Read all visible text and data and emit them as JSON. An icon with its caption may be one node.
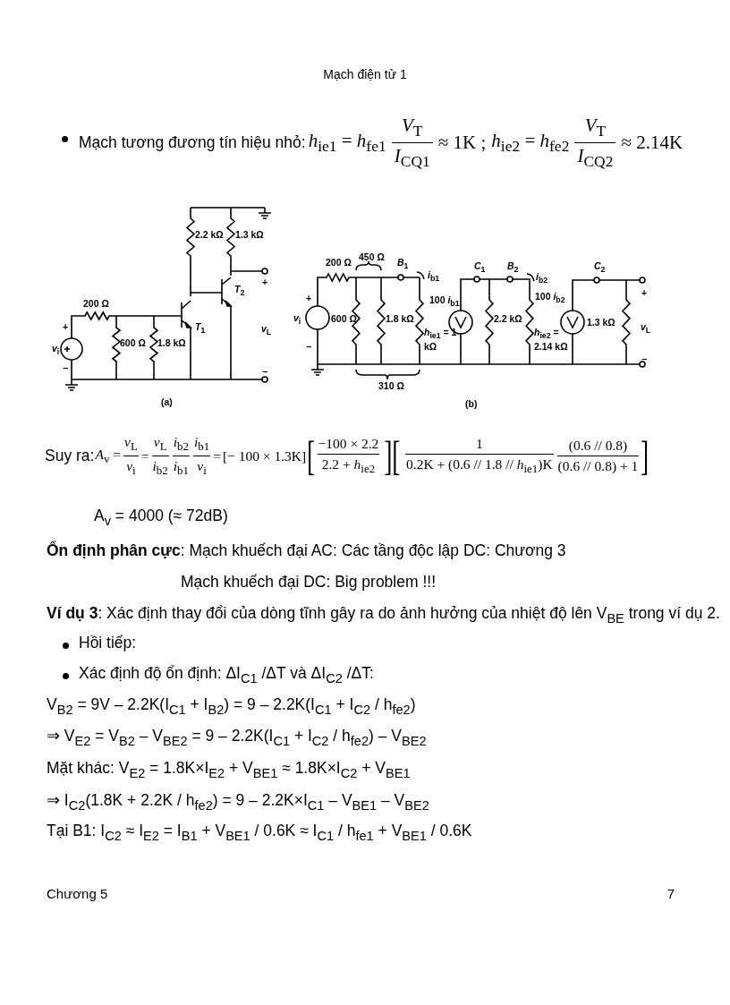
{
  "diagram": {
    "labels": [
      "Mạch điện tử 1",
      "Mạch tương đương tín hiệu nhỏ:",
      "*h*$_{ie1}$ = *h*$_{fe1}$",
      "*V*$_{T}$",
      "*I*$_{CQ1}$",
      "≈ 1K ;",
      "*h*$_{ie2}$ = *h*$_{fe2}$",
      "*V*$_{T}$",
      "*I*$_{CQ2}$",
      "≈ 2.14K",
      "2.2 kΩ",
      "1.3 kΩ",
      "200 Ω",
      "600 Ω",
      "1.8 kΩ",
      "*T*$_{1}$",
      "*T*$_{2}$",
      "*v*$_{i}$",
      "+",
      "−",
      "*v*$_{L}$",
      "+",
      "−",
      "(a)",
      "200 Ω",
      "450 Ω",
      "*B*$_{1}$",
      "*i*$_{b1}$",
      "*v*$_{i}$",
      "+",
      "−",
      "600 Ω",
      "1.8 kΩ",
      "*h*$_{ie1}$ = 1 kΩ",
      "100 *i*$_{b1}$",
      "*C*$_{1}$",
      "*B*$_{2}$",
      "*i*$_{b2}$",
      "2.2 kΩ",
      "*h*$_{ie2}$ = 2.14 kΩ",
      "100 *i*$_{b2}$",
      "*C*$_{2}$",
      "1.3 kΩ",
      "*v*$_{L}$",
      "+",
      "−",
      "310 Ω",
      "(b)",
      "Suy ra:",
      "*A*$_{v}$ =",
      "*v*$_{L}$",
      "*v*$_{i}$",
      "=",
      "*v*$_{L}$",
      "*i*$_{b2}$",
      "*i*$_{b2}$",
      "*i*$_{b1}$",
      "*i*$_{b1}$",
      "*v*$_{i}$",
      "=",
      "[− 100 × 1.3K]",
      "[",
      "−100 × 2.2",
      "2.2 + *h*$_{ie2}$",
      "][",
      "1",
      "0.2K + (0.6 // 1.8 // *h*$_{ie1}$)K",
      "(0.6 // 0.8)",
      "(0.6 // 0.8) + 1",
      "]",
      "A$_{v}$ = 4000 (≈ 72dB)",
      "**Ổn định phân cực**:  Mạch khuếch đại AC: Các tầng độc lập DC: Chương 3",
      "Mạch khuếch đại DC: Big problem !!!",
      "**Ví dụ 3**: Xác định thay đổi của dòng tĩnh gây ra do ảnh hưởng của nhiệt độ lên V$_{BE}$ trong ví dụ 2.",
      "Hồi tiếp:",
      "Xác định độ ổn định: ΔI$_{C1}$ /ΔT và ΔI$_{C2}$ /ΔT:",
      "V$_{B2}$ = 9V – 2.2K(I$_{C1}$ + I$_{B2}$) = 9 – 2.2K(I$_{C1}$ + I$_{C2}$ / h$_{fe2}$)",
      "⇒ V$_{E2}$ = V$_{B2}$ – V$_{BE2}$ = 9 – 2.2K(I$_{C1}$ + I$_{C2}$ / h$_{fe2}$) – V$_{BE2}$",
      "Mặt khác: V$_{E2}$ = 1.8K×I$_{E2}$ + V$_{BE1}$ ≈ 1.8K×I$_{C2}$ + V$_{BE1}$",
      "⇒ I$_{C2}$(1.8K + 2.2K / h$_{fe2}$) = 9 – 2.2K×I$_{C1}$ – V$_{BE1}$ – V$_{BE2}$",
      "Tại B1: I$_{C2}$ ≈ I$_{E2}$ = I$_{B1}$ + V$_{BE1}$ / 0.6K ≈ I$_{C1}$ / h$_{fe1}$ + V$_{BE1}$ / 0.6K",
      "Chương 5",
      "7"
    ]
  }
}
